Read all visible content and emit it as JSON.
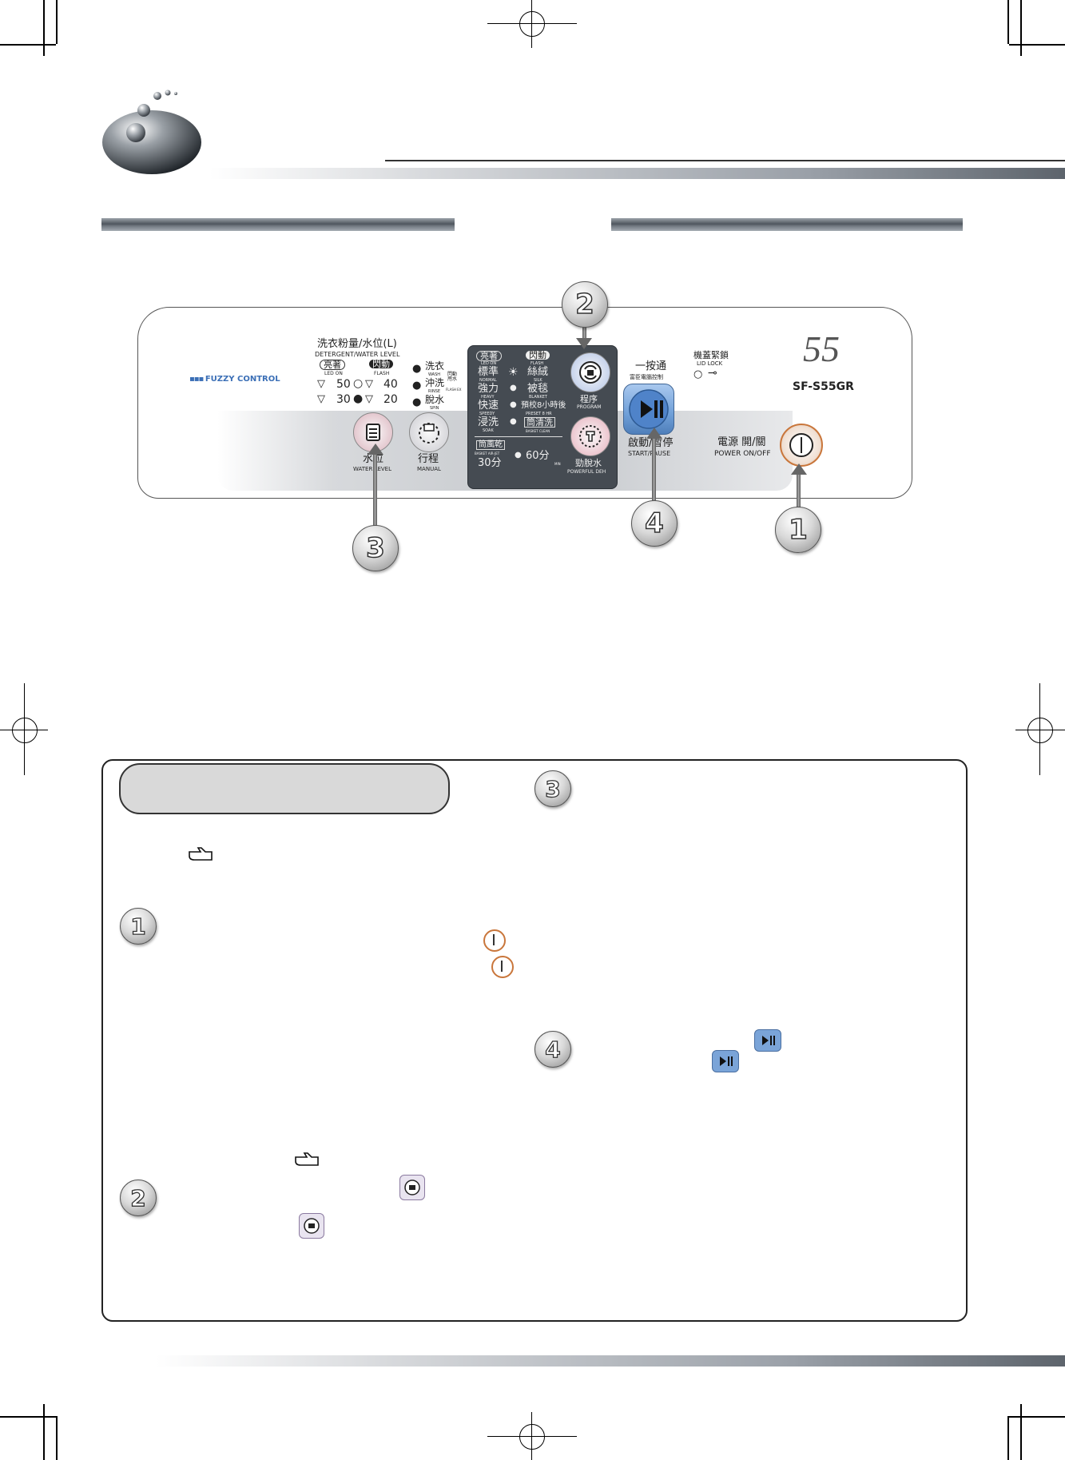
{
  "panel": {
    "brand": "FUZZY CONTROL",
    "model_number": "55",
    "model_name": "SF-S55GR",
    "water": {
      "title_cn": "洗衣粉量/水位(L)",
      "title_en": "DETERGENT/WATER LEVEL",
      "led_on_cn": "亮著",
      "led_on_en": "LED ON",
      "flash_cn": "閃動",
      "flash_en": "FLASH",
      "levels": [
        "50",
        "40",
        "30",
        "20"
      ]
    },
    "stages": [
      {
        "cn": "洗衣",
        "en": "WASH"
      },
      {
        "cn": "沖洗",
        "en": "RINSE"
      },
      {
        "cn": "脫水",
        "en": "SPIN"
      }
    ],
    "flash_ex_cn": "閃動 甩水",
    "flash_ex_en": "FLASH EX",
    "water_button_cn": "水位",
    "water_button_en": "WATER LEVEL",
    "manual_button_cn": "行程",
    "manual_button_en": "MANUAL",
    "programs": {
      "led_on_cn": "亮著",
      "led_on_en": "LED ON",
      "flash_cn": "閃動",
      "flash_en": "FLASH",
      "items": [
        {
          "cn": "標準",
          "en": "NORMAL",
          "cn2": "絲絨",
          "en2": "SILK"
        },
        {
          "cn": "強力",
          "en": "HEAVY",
          "cn2": "被毯",
          "en2": "BLANKET"
        },
        {
          "cn": "快速",
          "en": "SPEEDY",
          "cn2": "預校8小時後",
          "en2": "PRESET 8 HR"
        },
        {
          "cn": "浸洗",
          "en": "SOAK",
          "cn2": "筒清洗",
          "en2": "BASKET CLEAN"
        }
      ],
      "dry_cn": "筒風乾",
      "dry_en": "BASKET AIR-JET",
      "time_30": "30分",
      "time_60": "60分",
      "time_min": "MIN"
    },
    "program_button_cn": "程序",
    "program_button_en": "PROGRAM",
    "dry_button_cn": "勁脫水",
    "dry_button_en": "POWERFUL DEH",
    "one_touch_cn": "一按通",
    "one_touch_sub": "富臣電腦控制",
    "start_cn": "啟動/暫停",
    "start_en": "START/PAUSE",
    "lid_lock_cn": "機蓋緊鎖",
    "lid_lock_en": "LID LOCK",
    "power_cn": "電源 開/關",
    "power_en": "POWER ON/OFF"
  },
  "callouts": [
    "1",
    "2",
    "3",
    "4"
  ],
  "steps": [
    "1",
    "2",
    "3",
    "4"
  ],
  "colors": {
    "power_ring": "#c9763b",
    "start_blue": "#6f9fd8",
    "panel_dark": "#454b52"
  }
}
